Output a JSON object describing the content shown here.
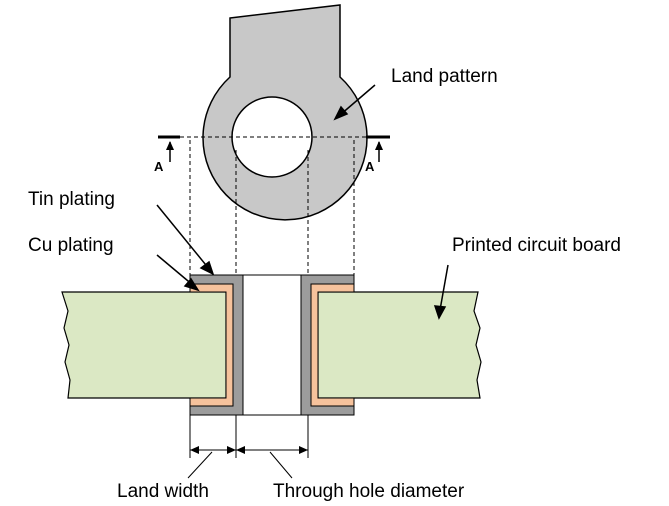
{
  "labels": {
    "land_pattern": "Land pattern",
    "tin_plating": "Tin plating",
    "cu_plating": "Cu plating",
    "pcb": "Printed circuit board",
    "land_width": "Land width",
    "hole_diameter": "Through hole diameter",
    "section_left": "A",
    "section_right": "A"
  },
  "colors": {
    "land": "#c8c8c8",
    "board": "#dbe8c4",
    "copper": "#f6c29c",
    "tin": "#9c9c9c",
    "line": "#000000"
  }
}
